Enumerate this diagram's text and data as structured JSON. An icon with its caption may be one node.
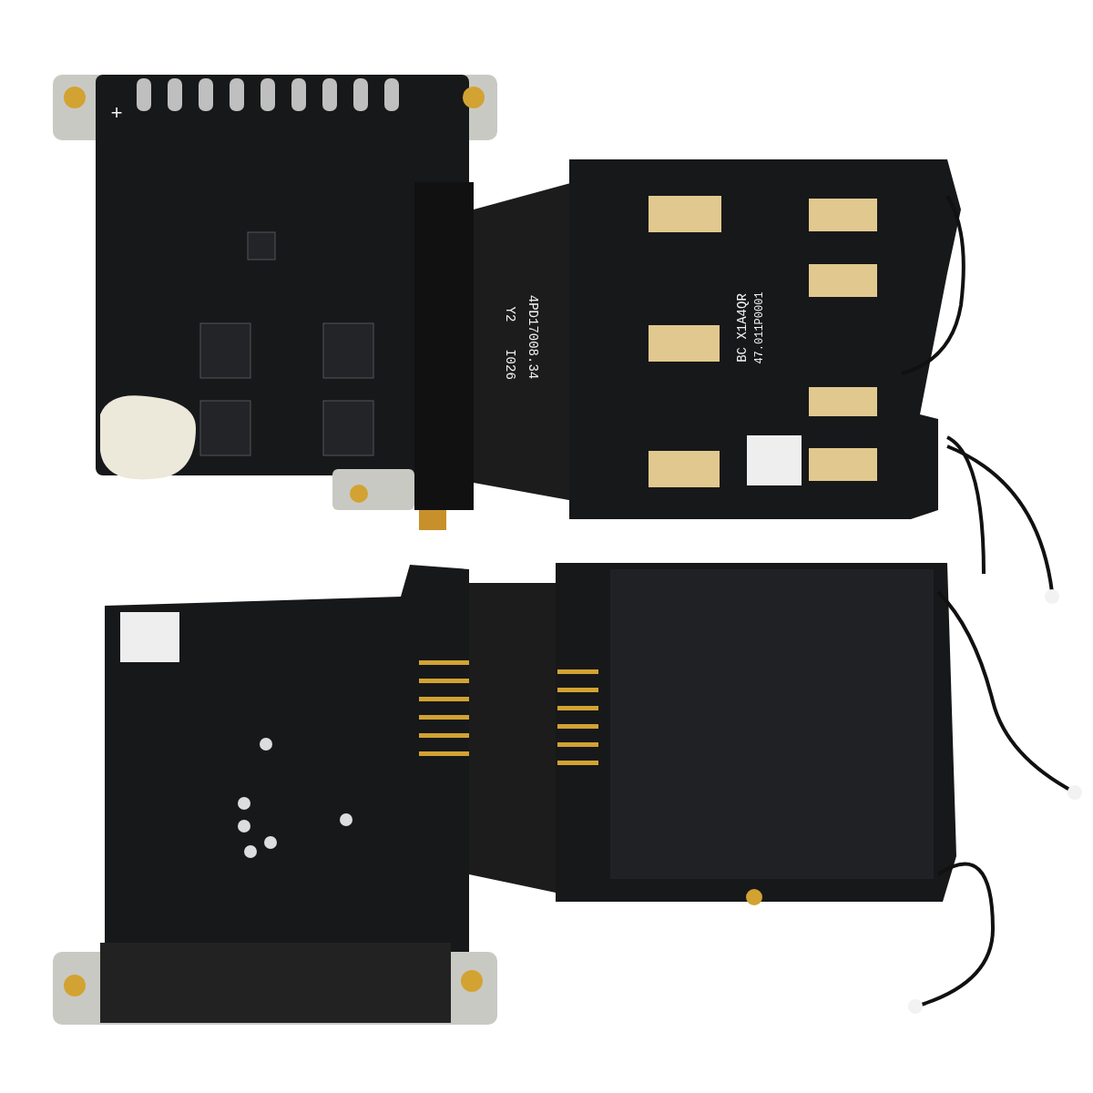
{
  "diagram": {
    "labels": [
      "+",
      "Y2",
      "I026",
      "4PD17008.34",
      "BC X1A4QR",
      "47.011P0001"
    ]
  }
}
